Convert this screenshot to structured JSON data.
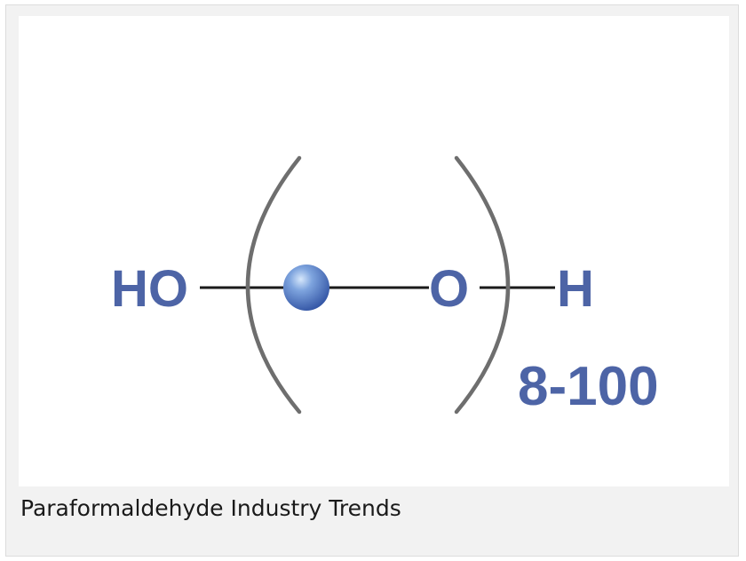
{
  "diagram": {
    "left_group": "HO",
    "oxygen": "O",
    "end_group": "H",
    "repeat_range": "8-100",
    "bracket_color": "#6e6e6e",
    "text_color": "#4d64a6",
    "atom_color": "#4f77c4"
  },
  "caption": {
    "text": "Paraformaldehyde Industry Trends"
  }
}
